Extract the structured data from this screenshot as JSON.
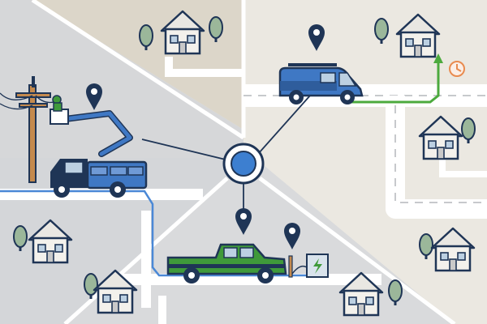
{
  "illustration": {
    "kind": "field-service dispatch map",
    "panels": [
      "utility-repair",
      "van-delivery",
      "ev-charging",
      "residential"
    ],
    "vehicles": [
      "bucket-truck",
      "service-van",
      "pickup-truck"
    ],
    "hub": "central-dispatch-node"
  },
  "colors": {
    "navy": "#1f3556",
    "blue": "#3f78c4",
    "hub_blue": "#3d7fd0",
    "green": "#3f9a3a",
    "route_green": "#4caa3e",
    "route_blue": "#4a88d6",
    "orange": "#e98b4f",
    "road": "#ffffff",
    "panel_top_left": "#d6d7d9",
    "panel_top_center": "#dcd6c9",
    "panel_right": "#ebe8e1",
    "panel_bottom": "#d9dadc",
    "panel_left": "#d4d6d9"
  },
  "icons": {
    "pins": [
      "location-pin-icon",
      "location-pin-icon",
      "location-pin-icon",
      "location-pin-icon"
    ],
    "clock": "clock-icon",
    "charger": "ev-charger-icon",
    "tree": "tree-icon",
    "house": "house-icon"
  }
}
